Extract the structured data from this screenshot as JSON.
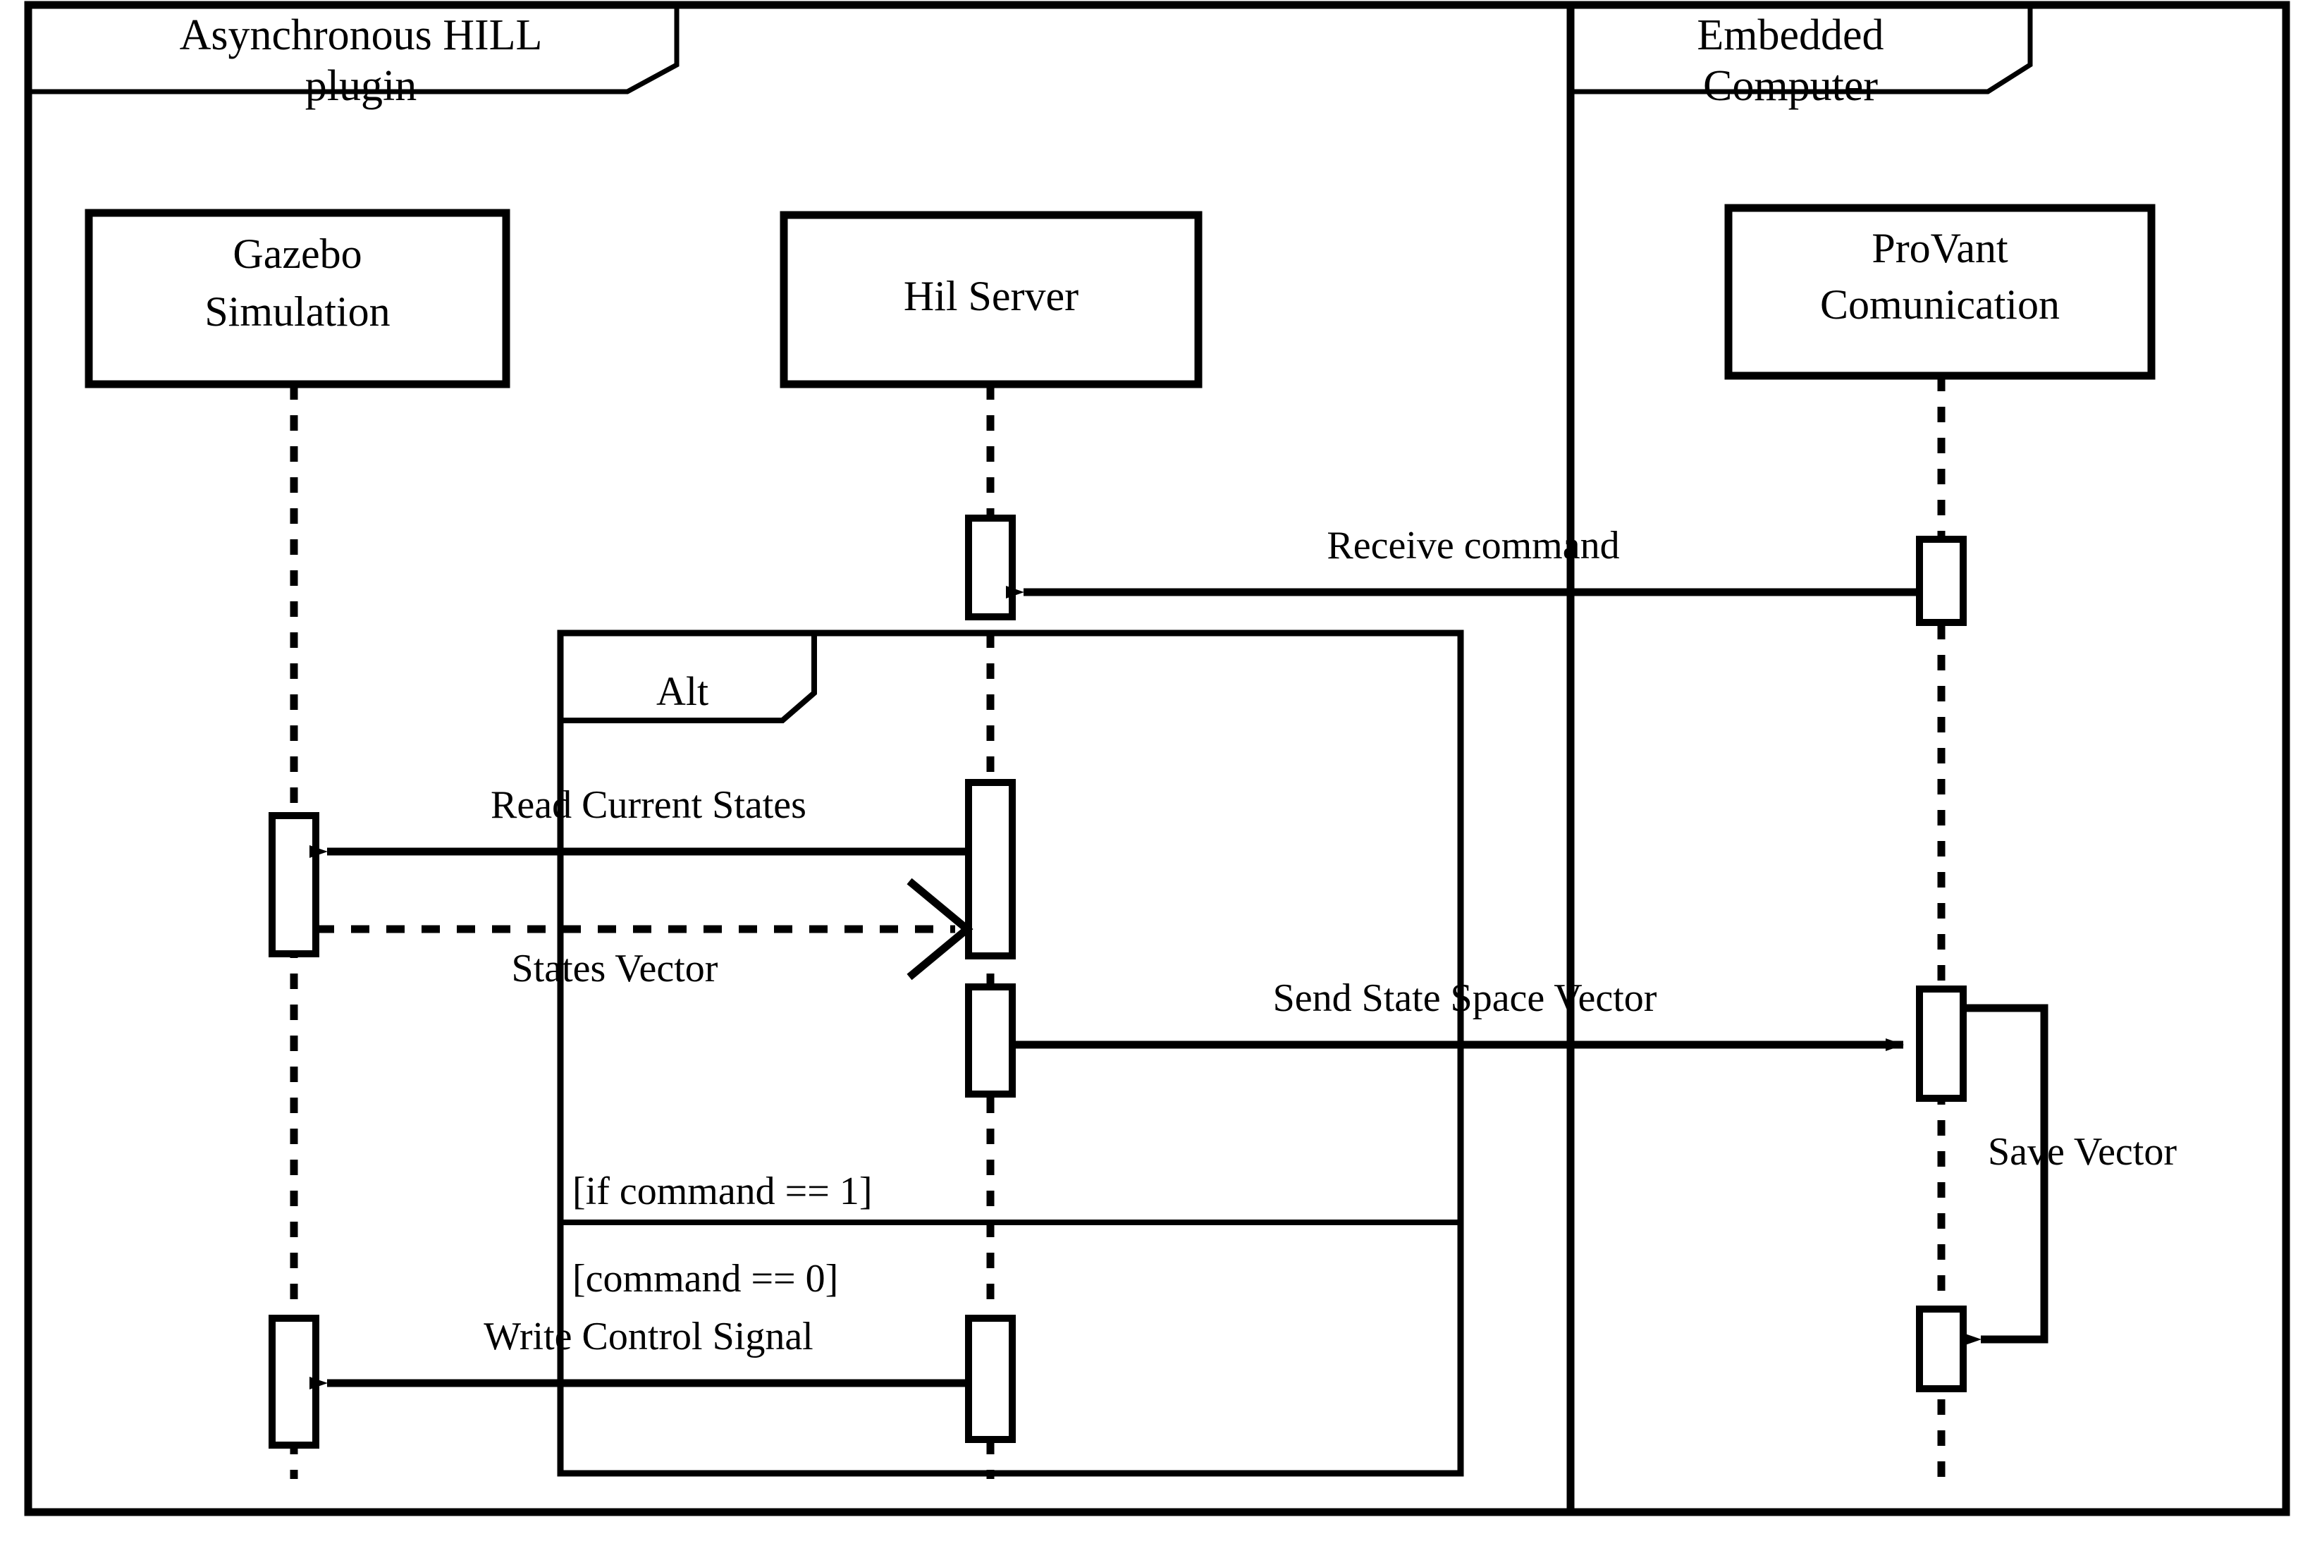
{
  "diagram": {
    "kind": "uml-sequence-diagram",
    "stroke_color": "#000000",
    "background_color": "#ffffff"
  },
  "frames": [
    {
      "id": "left-frame",
      "label": "Asynchronous HILL plugin",
      "label_line1": "Asynchronous HILL",
      "label_line2": "plugin"
    },
    {
      "id": "right-frame",
      "label": "Embedded Computer",
      "label_line1": "Embedded",
      "label_line2": "Computer"
    }
  ],
  "lifelines": [
    {
      "id": "gazebo",
      "name": "Gazebo Simulation",
      "line1": "Gazebo",
      "line2": "Simulation",
      "frame": "left-frame"
    },
    {
      "id": "hil-server",
      "name": "Hil Server",
      "line1": "Hil Server",
      "line2": "",
      "frame": "left-frame"
    },
    {
      "id": "provant",
      "name": "ProVant Comunication",
      "line1": "ProVant",
      "line2": "Comunication",
      "frame": "right-frame"
    }
  ],
  "messages": [
    {
      "id": "receive-command",
      "label": "Receive command",
      "from": "provant",
      "to": "hil-server",
      "direction": "right-to-left",
      "style": "solid",
      "arrowhead": "filled"
    },
    {
      "id": "read-current-states",
      "label": "Read Current States",
      "from": "hil-server",
      "to": "gazebo",
      "direction": "right-to-left",
      "style": "solid",
      "arrowhead": "filled"
    },
    {
      "id": "states-vector",
      "label": "States Vector",
      "from": "gazebo",
      "to": "hil-server",
      "direction": "left-to-right",
      "style": "dashed",
      "arrowhead": "open"
    },
    {
      "id": "send-state-space-vector",
      "label": "Send State Space Vector",
      "from": "hil-server",
      "to": "provant",
      "direction": "left-to-right",
      "style": "solid",
      "arrowhead": "filled"
    },
    {
      "id": "save-vector",
      "label": "Save Vector",
      "from": "provant",
      "to": "provant",
      "direction": "self",
      "style": "solid",
      "arrowhead": "filled"
    },
    {
      "id": "write-control-signal",
      "label": "Write Control Signal",
      "from": "hil-server",
      "to": "gazebo",
      "direction": "right-to-left",
      "style": "solid",
      "arrowhead": "filled"
    }
  ],
  "fragment": {
    "id": "alt-fragment",
    "operator": "Alt",
    "guards": [
      {
        "id": "guard-command-1",
        "label": "[if command == 1]"
      },
      {
        "id": "guard-command-0",
        "label": "[command == 0]"
      }
    ]
  }
}
